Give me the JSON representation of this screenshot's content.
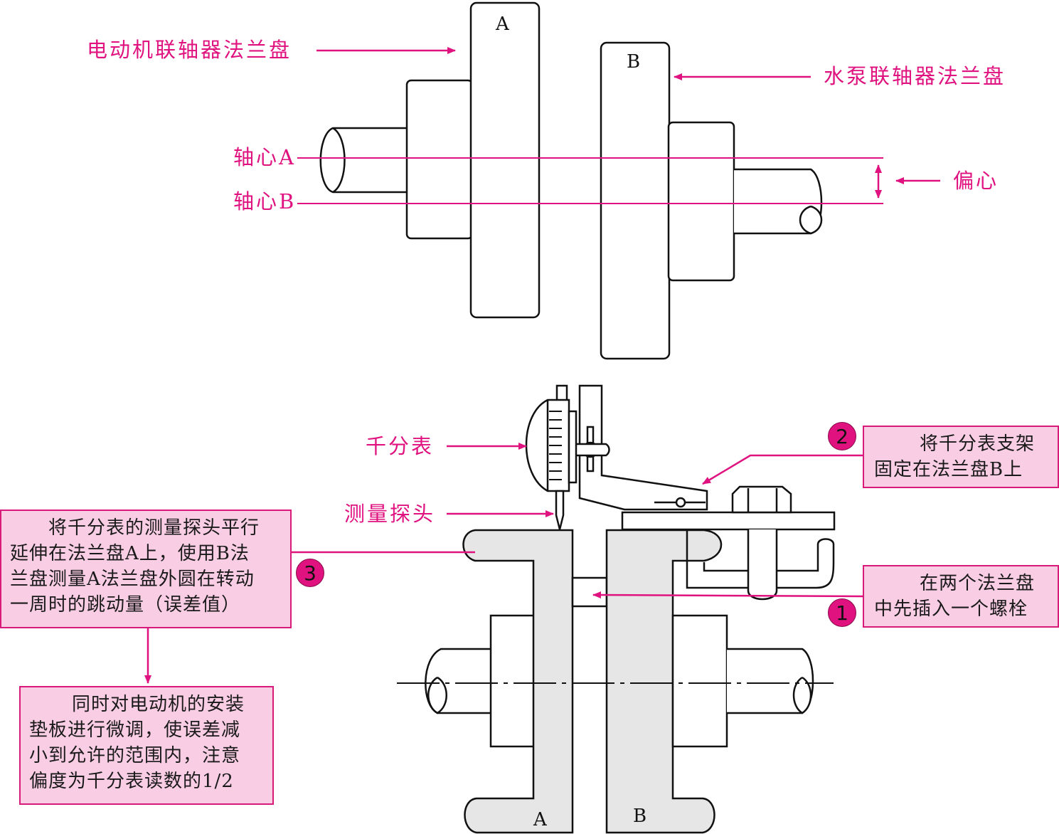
{
  "top": {
    "flange_a_letter": "A",
    "flange_b_letter": "B",
    "label_motor_flange": "电动机联轴器法兰盘",
    "label_pump_flange": "水泵联轴器法兰盘",
    "label_axis_a": "轴心A",
    "label_axis_b": "轴心B",
    "label_eccentric": "偏心"
  },
  "bottom": {
    "label_dial_gauge": "千分表",
    "label_probe": "测量探头",
    "flange_a_letter": "A",
    "flange_b_letter": "B",
    "callout_2": {
      "number": "2",
      "lines": [
        "将千分表支架",
        "固定在法兰盘B上"
      ]
    },
    "callout_1": {
      "number": "1",
      "lines": [
        "在两个法兰盘",
        "中先插入一个螺栓"
      ]
    },
    "callout_3": {
      "number": "3",
      "lines": [
        "将千分表的测量探头平行",
        "延伸在法兰盘A上，使用B法",
        "兰盘测量A法兰盘外圆在转动",
        "一周时的跳动量（误差值）"
      ]
    },
    "callout_4": {
      "lines": [
        "同时对电动机的安装",
        "垫板进行微调，使误差减",
        "小到允许的范围内，注意",
        "偏度为千分表读数的1/2"
      ]
    }
  },
  "colors": {
    "accent": "#e0127f",
    "callout_fill": "#f9cde4",
    "callout_border": "#d81b7a",
    "part_fill": "#e6e6e6",
    "line": "#111111"
  }
}
